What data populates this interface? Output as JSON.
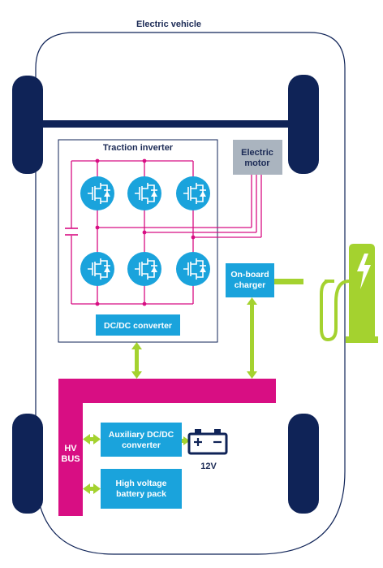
{
  "title": "Electric vehicle",
  "labels": {
    "traction_inverter": "Traction inverter",
    "electric_motor_l1": "Electric",
    "electric_motor_l2": "motor",
    "dcdc_converter": "DC/DC converter",
    "onboard_charger_l1": "On-board",
    "onboard_charger_l2": "charger",
    "hv_bus_l1": "HV",
    "hv_bus_l2": "BUS",
    "aux_dcdc_l1": "Auxiliary DC/DC",
    "aux_dcdc_l2": "converter",
    "battery_l1": "High voltage",
    "battery_l2": "battery pack",
    "low_voltage": "12V"
  },
  "colors": {
    "navy": "#0f2357",
    "blue": "#1aa3dc",
    "magenta": "#d80e83",
    "green": "#a4d22f",
    "grey": "#aab4bf"
  },
  "icons": [
    "car-body-outline",
    "wheel-icon",
    "mosfet-icon",
    "capacitor-icon",
    "battery-12v-icon",
    "ev-charging-station-icon"
  ]
}
